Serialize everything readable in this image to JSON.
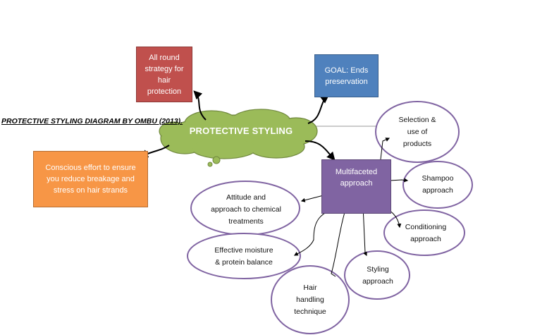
{
  "caption": "PROTECTIVE STYLING DIAGRAM BY OMBU (2013).",
  "center": {
    "label": "PROTECTIVE STYLING"
  },
  "boxes": {
    "strategy": [
      "All round",
      "strategy for",
      "hair",
      "protection"
    ],
    "goal": [
      "GOAL: Ends",
      "preservation"
    ],
    "effort": [
      "Conscious effort to ensure",
      "you reduce breakage and",
      "stress on hair strands"
    ],
    "multifaceted": [
      "Multifaceted",
      "approach"
    ]
  },
  "approaches": {
    "selection": [
      "Selection &",
      "use of",
      "products"
    ],
    "shampoo": [
      "Shampoo",
      "approach"
    ],
    "chemical": [
      "Attitude and",
      "approach to chemical",
      "treatments"
    ],
    "conditioning": [
      "Conditioning",
      "approach"
    ],
    "moisture": [
      "Effective moisture",
      "& protein balance"
    ],
    "styling": [
      "Styling",
      "approach"
    ],
    "handling": [
      "Hair",
      "handling",
      "technique"
    ]
  },
  "colors": {
    "red": "#c0504d",
    "blue": "#4f81bd",
    "orange": "#f79646",
    "purple": "#8064a2",
    "cloud": "#9bbb59",
    "ellipse_stroke": "#8064a2"
  }
}
